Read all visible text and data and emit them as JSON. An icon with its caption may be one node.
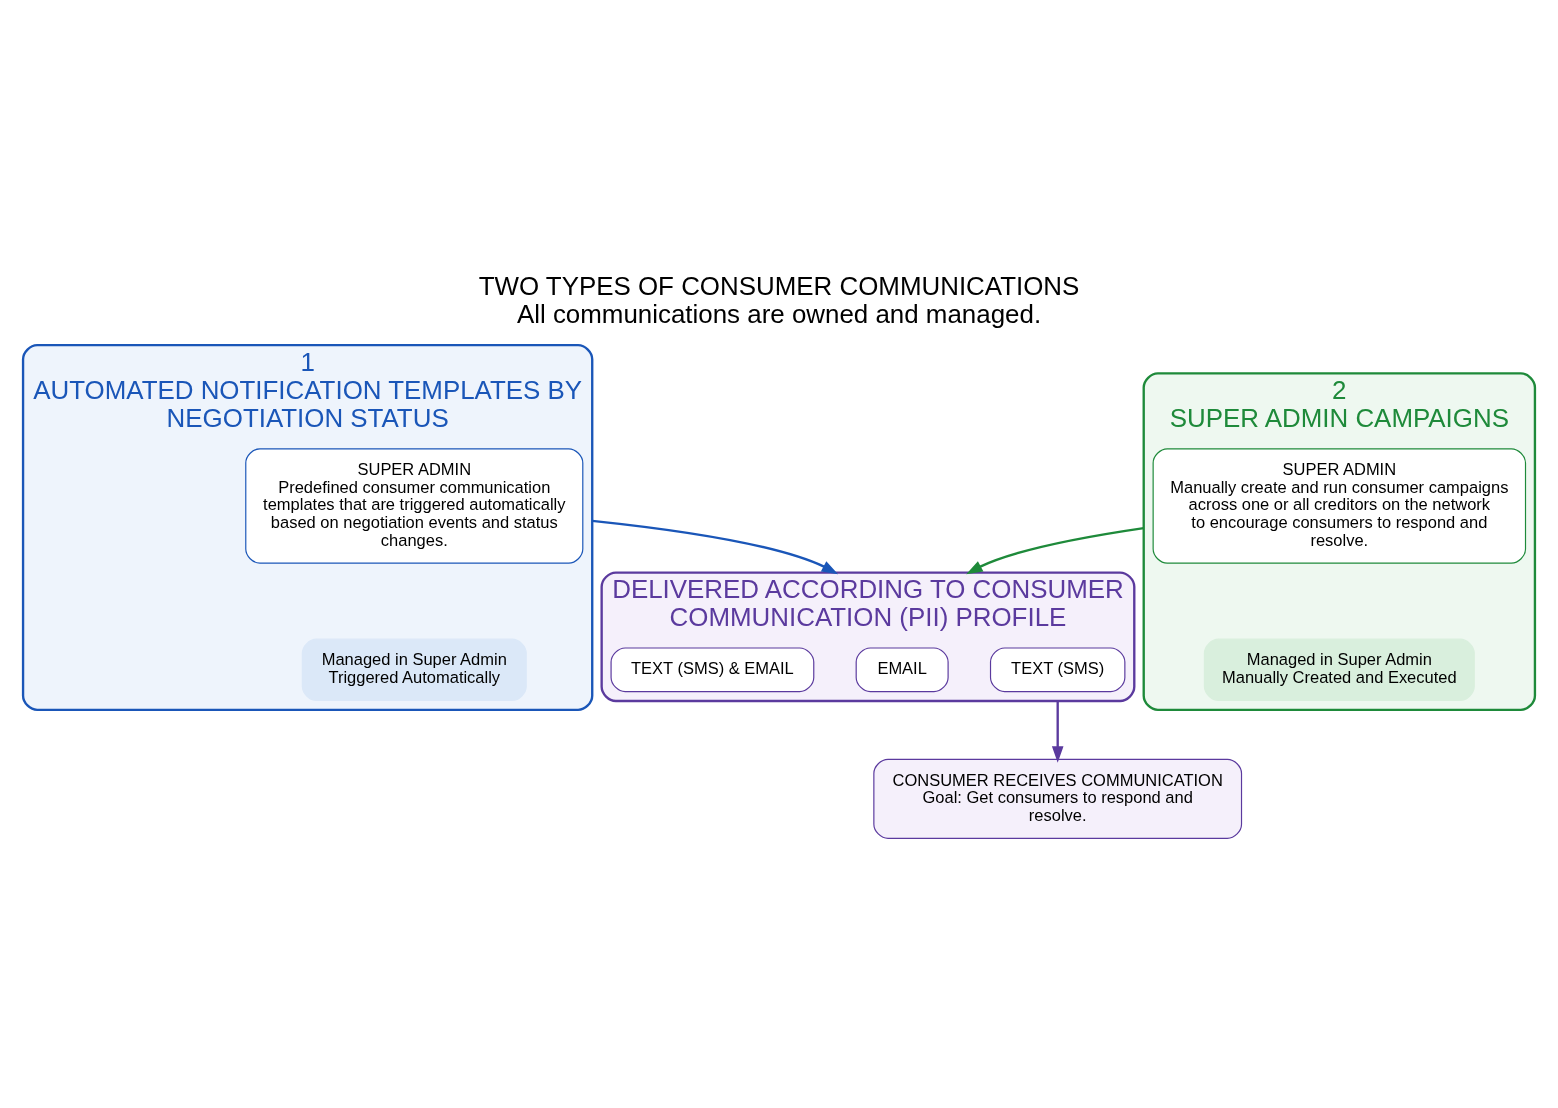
{
  "diagram": {
    "title": "TWO TYPES OF CONSUMER COMMUNICATIONS",
    "caption": "All communications are owned and managed.",
    "nodes": [
      {
        "text": [
          "1",
          "AUTOMATED NOTIFICATION TEMPLATES BY NEGOTIATION STATUS"
        ]
      },
      {
        "text": [
          "SUPER ADMIN",
          "Predefined consumer communication templates that are triggered automatically based on negotiation events and status changes."
        ],
        "in": 0
      },
      {
        "text": [
          "Managed in Super Admin",
          "Triggered Automatically"
        ],
        "in": 0
      },
      {
        "text": [
          "2",
          "SUPER ADMIN CAMPAIGNS"
        ]
      },
      {
        "text": [
          "SUPER ADMIN",
          "Manually create and run consumer campaigns across one or all creditors on the network to encourage consumers to respond and resolve."
        ],
        "in": 3
      },
      {
        "text": [
          "Managed in Super Admin",
          "Manually Created and Executed"
        ],
        "in": 3
      },
      {
        "text": [
          "DELIVERED ACCORDING TO CONSUMER COMMUNICATION (PII) PROFILE"
        ]
      },
      {
        "text": [
          "TEXT (SMS)"
        ],
        "in": 6
      },
      {
        "text": [
          "EMAIL"
        ],
        "in": 6
      },
      {
        "text": [
          "TEXT (SMS) & EMAIL"
        ],
        "in": 6
      },
      {
        "text": [
          "CONSUMER RECEIVES COMMUNICATION",
          "Goal: Get consumers to respond and resolve."
        ]
      }
    ],
    "edges": [
      {
        "from": 0,
        "to": 6,
        "arrow": "to",
        "color": "#1a56b8"
      },
      {
        "from": 3,
        "to": 6,
        "arrow": "to",
        "color": "#1e8a3a"
      },
      {
        "from": 6,
        "to": 10,
        "arrow": "to",
        "color": "#5b3a9e"
      }
    ]
  }
}
